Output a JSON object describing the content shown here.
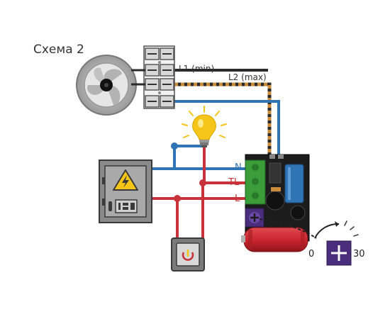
{
  "diagram": {
    "title": "Схема 2",
    "labels": {
      "l1": "L1 (min)",
      "l2": "L2 (max)",
      "n": "N",
      "tl": "TL",
      "l": "L",
      "scale_min": "0",
      "scale_max": "30"
    },
    "colors": {
      "neutral_wire": "#2f74b4",
      "live_wire": "#c8323a",
      "l2_wire": "#c98a3c",
      "relay_board": "#1c1c1c",
      "terminal_green": "#3a9d3a",
      "timer_purple": "#4a2e7d",
      "capacitor_red": "#c8232c",
      "panel_gray": "#8a8a8a",
      "bulb_yellow": "#f5c518"
    },
    "icons": [
      "ceiling-fan-icon",
      "terminal-block-icon",
      "light-bulb-icon",
      "electrical-panel-icon",
      "high-voltage-icon",
      "push-button-switch-icon",
      "timer-relay-icon",
      "capacitor-icon",
      "adjustment-knob-icon",
      "rotate-arrow-icon"
    ]
  }
}
